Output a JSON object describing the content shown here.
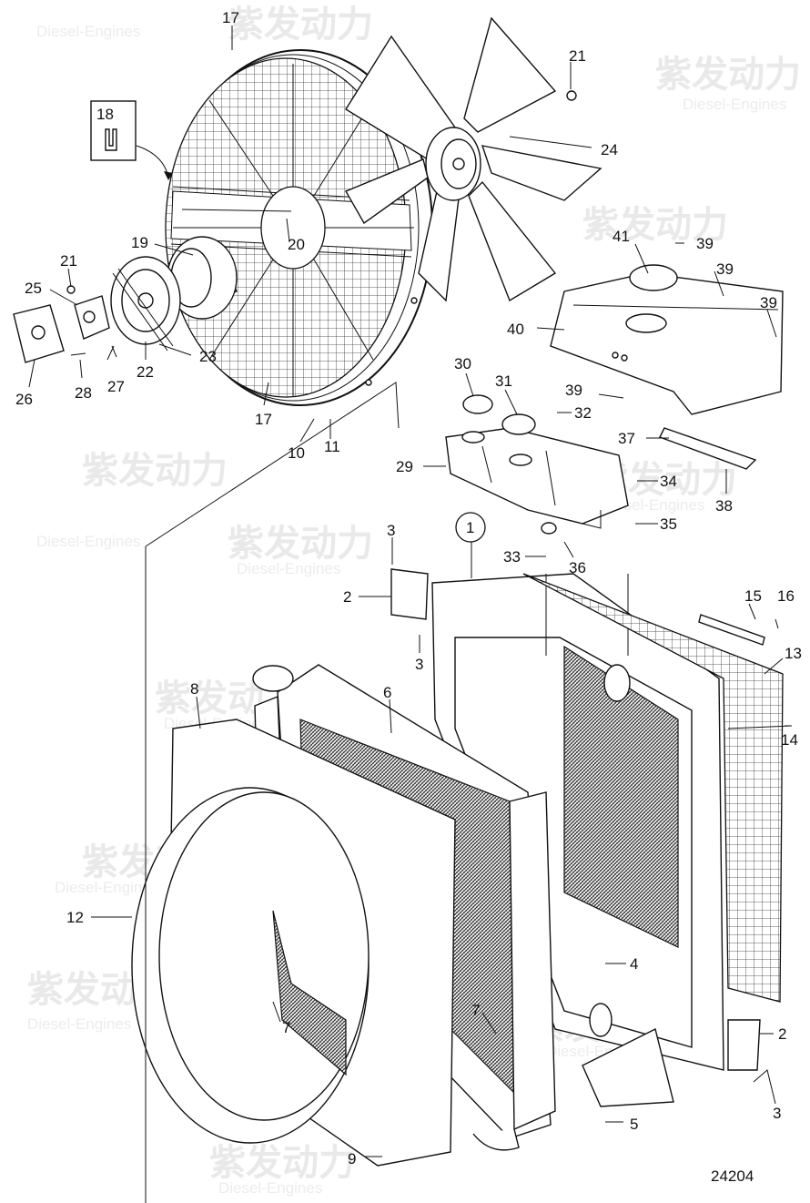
{
  "figure_number": "24204",
  "inset_label": "18",
  "watermark": {
    "brand": "紫发动力",
    "sub": "Diesel-Engines"
  },
  "labels": [
    {
      "id": "l17a",
      "text": "17"
    },
    {
      "id": "l18",
      "text": "18"
    },
    {
      "id": "l21a",
      "text": "21"
    },
    {
      "id": "l24",
      "text": "24"
    },
    {
      "id": "l19",
      "text": "19"
    },
    {
      "id": "l20",
      "text": "20"
    },
    {
      "id": "l41",
      "text": "41"
    },
    {
      "id": "l39a",
      "text": "39"
    },
    {
      "id": "l39b",
      "text": "39"
    },
    {
      "id": "l39c",
      "text": "39"
    },
    {
      "id": "l40",
      "text": "40"
    },
    {
      "id": "l21b",
      "text": "21"
    },
    {
      "id": "l25",
      "text": "25"
    },
    {
      "id": "l23",
      "text": "23"
    },
    {
      "id": "l22",
      "text": "22"
    },
    {
      "id": "l27",
      "text": "27"
    },
    {
      "id": "l28",
      "text": "28"
    },
    {
      "id": "l26",
      "text": "26"
    },
    {
      "id": "l17b",
      "text": "17"
    },
    {
      "id": "l10",
      "text": "10"
    },
    {
      "id": "l11",
      "text": "11"
    },
    {
      "id": "l30",
      "text": "30"
    },
    {
      "id": "l31",
      "text": "31"
    },
    {
      "id": "l32",
      "text": "32"
    },
    {
      "id": "l39d",
      "text": "39"
    },
    {
      "id": "l37",
      "text": "37"
    },
    {
      "id": "l29",
      "text": "29"
    },
    {
      "id": "l34",
      "text": "34"
    },
    {
      "id": "l38",
      "text": "38"
    },
    {
      "id": "l35",
      "text": "35"
    },
    {
      "id": "l1",
      "text": "1"
    },
    {
      "id": "l3a",
      "text": "3"
    },
    {
      "id": "l33",
      "text": "33"
    },
    {
      "id": "l36",
      "text": "36"
    },
    {
      "id": "l2a",
      "text": "2"
    },
    {
      "id": "l15",
      "text": "15"
    },
    {
      "id": "l16",
      "text": "16"
    },
    {
      "id": "l3b",
      "text": "3"
    },
    {
      "id": "l13",
      "text": "13"
    },
    {
      "id": "l8",
      "text": "8"
    },
    {
      "id": "l6",
      "text": "6"
    },
    {
      "id": "l14",
      "text": "14"
    },
    {
      "id": "l12",
      "text": "12"
    },
    {
      "id": "l4",
      "text": "4"
    },
    {
      "id": "l7a",
      "text": "7"
    },
    {
      "id": "l7b",
      "text": "7"
    },
    {
      "id": "l2b",
      "text": "2"
    },
    {
      "id": "l3c",
      "text": "3"
    },
    {
      "id": "l5",
      "text": "5"
    },
    {
      "id": "l9",
      "text": "9"
    }
  ]
}
